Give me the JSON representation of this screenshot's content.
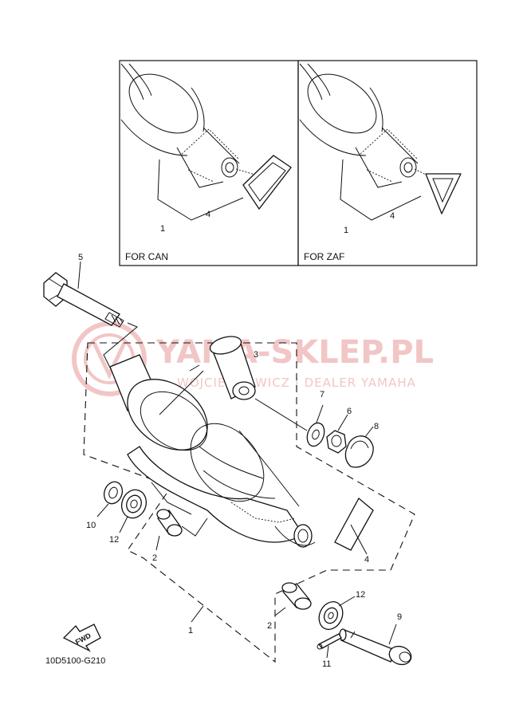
{
  "watermark": {
    "title": "YAMA-SKLEP.PL",
    "subtitle": "WOJCIECHOWICZ | DEALER YAMAHA",
    "color": "#f2c6c6"
  },
  "inset_boxes": [
    {
      "caption": "FOR CAN",
      "labels": [
        "1",
        "4"
      ]
    },
    {
      "caption": "FOR ZAF",
      "labels": [
        "1",
        "4"
      ]
    }
  ],
  "callouts": {
    "p1": "1",
    "p2a": "2",
    "p2b": "2",
    "p3": "3",
    "p4": "4",
    "p5": "5",
    "p6": "6",
    "p7": "7",
    "p8": "8",
    "p9": "9",
    "p10": "10",
    "p11": "11",
    "p12a": "12",
    "p12b": "12"
  },
  "fwd_label": "FWD",
  "diagram_code": "10D5100-G210"
}
